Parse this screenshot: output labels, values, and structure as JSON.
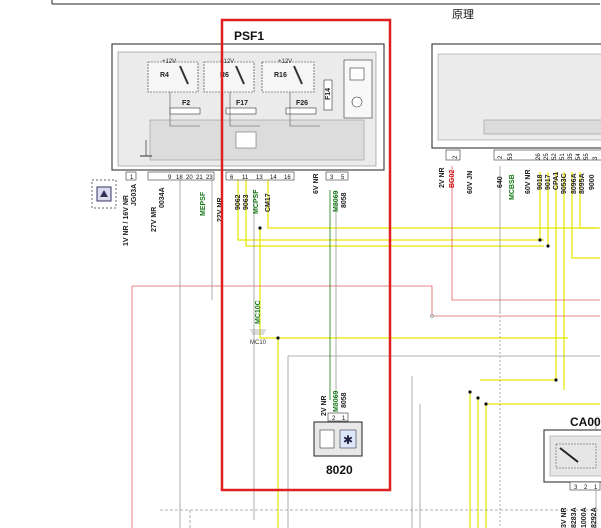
{
  "header_text": "原理",
  "module_psf1": {
    "title": "PSF1",
    "relays": [
      "R4",
      "R6",
      "R16"
    ],
    "supply": [
      "+12V",
      "+12V",
      "+12V"
    ],
    "fuses": [
      "F2",
      "F17",
      "F26",
      "F14"
    ],
    "pins_left": [
      "1",
      "9",
      "18",
      "20",
      "21",
      "23"
    ],
    "pins_mid": [
      "6",
      "11",
      "13",
      "14",
      "16"
    ],
    "pins_right": [
      "3",
      "5"
    ],
    "connector_labels": [
      "1V NR / 16V NR",
      "27V MR",
      "22V NR",
      "6V NR",
      "JG03A",
      "0034A"
    ],
    "wire_labels": [
      "9062",
      "9063",
      "CM17",
      "8058"
    ],
    "green_labels": [
      "MEPSF",
      "MCPSF",
      "M8069"
    ]
  },
  "component_8020": {
    "code": "8020",
    "connector": "2V NR",
    "pins": [
      "2",
      "1"
    ],
    "wires": [
      "M8069",
      "8058"
    ]
  },
  "splice": {
    "green_label": "MC10C",
    "label": "MC10"
  },
  "right_module": {
    "connector_labels": [
      "2V NR",
      "60V JN",
      "60V NR"
    ],
    "pins": [
      "2",
      "2",
      "53",
      "26",
      "25",
      "52",
      "51",
      "35",
      "54",
      "55",
      "3"
    ],
    "wire_labels": [
      "640",
      "9018",
      "9017",
      "CPA1",
      "9053C",
      "8096A",
      "8095A",
      "9000"
    ],
    "red_labels": [
      "BG02"
    ],
    "green_labels": [
      "MCBSB"
    ]
  },
  "ca_module": {
    "title": "CA00",
    "connector": "3V NR",
    "pins": [
      "3",
      "2",
      "1"
    ],
    "wires": [
      "8283A",
      "1000A",
      "8292A"
    ]
  },
  "colors": {
    "highlight_box": "#e02020",
    "yellow_wire": "#e6e600",
    "red_wire": "#e06060",
    "gray_wire": "#9a9a9a",
    "green_text": "#1a7a1a"
  }
}
